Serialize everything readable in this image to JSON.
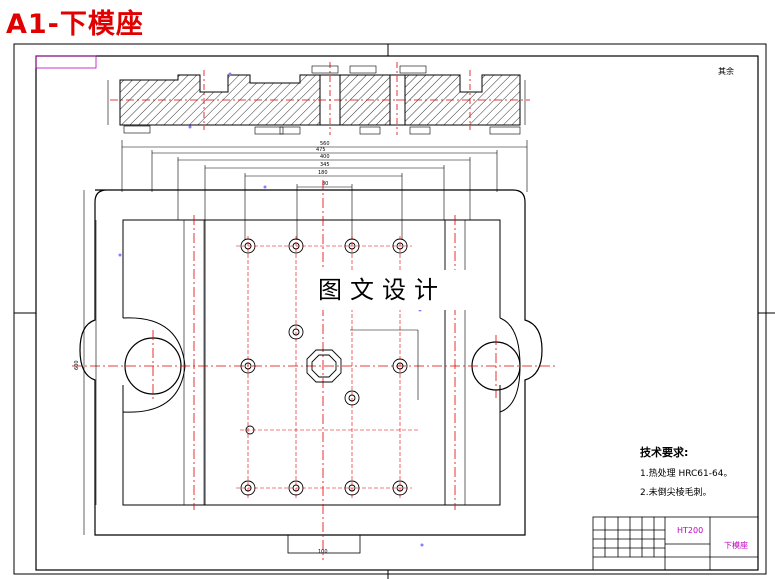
{
  "title": "A1-下模座",
  "watermark": "图文设计",
  "tech_requirements": {
    "heading": "技术要求:",
    "items": [
      "1.热处理 HRC61-64。",
      "2.未倒尖棱毛刺。"
    ]
  },
  "corner_note": "其余",
  "title_block": {
    "material": "HT200",
    "part_name": "下模座"
  },
  "dimensions": {
    "top_total": "560",
    "w475": "475",
    "w400": "400",
    "w345": "345",
    "w180": "180",
    "w80": "80",
    "bottom_100": "100",
    "left_height": "600"
  },
  "colors": {
    "line": "#000000",
    "center": "#e00000",
    "dim": "#c000c0",
    "hatch": "#000000",
    "frame": "#c000c0"
  }
}
